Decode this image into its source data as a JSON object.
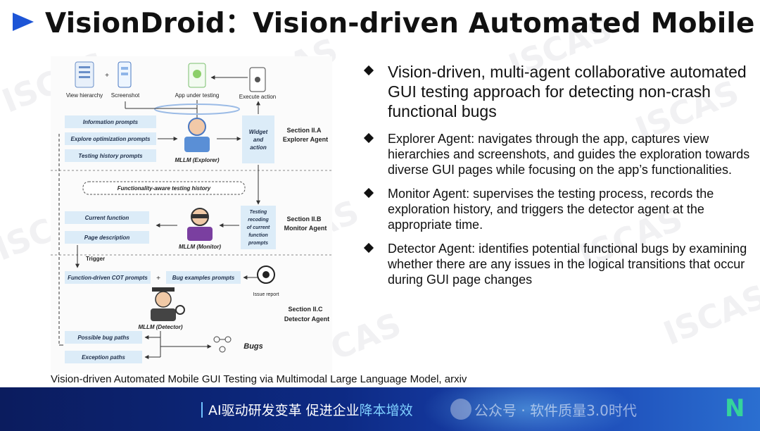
{
  "slide": {
    "title": "VisionDroid：Vision-driven Automated Mobile",
    "caption": "Vision-driven Automated Mobile GUI Testing via Multimodal Large Language Model, arxiv",
    "watermark": "ISCAS"
  },
  "bullets": {
    "lead": "Vision-driven, multi-agent collaborative automated GUI testing approach for detecting non-crash functional bugs",
    "items": [
      "Explorer Agent: navigates through the app, captures view hierarchies and screenshots, and guides the exploration towards diverse GUI pages while focusing on the app’s functionalities.",
      "Monitor Agent: supervises the testing process, records the exploration history, and triggers the detector agent at the appropriate time.",
      "Detector Agent: identifies potential functional bugs by examining whether there are any issues in the logical transitions that occur during GUI page changes"
    ]
  },
  "diagram": {
    "view_hierarchy": "View hierarchy",
    "screenshot": "Screenshot",
    "app_under_testing": "App under testing",
    "execute_action": "Execute action",
    "explorer_prompts": [
      "Information prompts",
      "Explore optimization prompts",
      "Testing history prompts"
    ],
    "mllm_explorer": "MLLM (Explorer)",
    "widget_action": [
      "Widget",
      "and",
      "action"
    ],
    "section_a": [
      "Section II.A",
      "Explorer Agent"
    ],
    "functionality_history": "Functionality-aware testing history",
    "monitor_prompts": [
      "Current function",
      "Page description"
    ],
    "mllm_monitor": "MLLM (Monitor)",
    "testing_recoding": [
      "Testing",
      "recoding",
      "of current",
      "function",
      "prompts"
    ],
    "section_b": [
      "Section II.B",
      "Monitor Agent"
    ],
    "trigger": "Trigger",
    "cot_prompts": "Function-driven COT prompts",
    "bug_examples": "Bug examples prompts",
    "issue_report": "Issue report",
    "mllm_detector": "MLLM (Detector)",
    "section_c": [
      "Section II.C",
      "Detector Agent"
    ],
    "possible_bug_paths": "Possible bug paths",
    "exception_paths": "Exception paths",
    "bugs": "Bugs"
  },
  "footer": {
    "left_text": "AI驱动研发变革  促进企业",
    "left_highlight": "降本增效",
    "right_text": "公众号 · 软件质量3.0时代"
  },
  "colors": {
    "title_arrow": "#1d55d6",
    "box_fill": "#dcecf8",
    "footer_dark": "#0b1c5e",
    "footer_accent": "#7fd0ff"
  }
}
